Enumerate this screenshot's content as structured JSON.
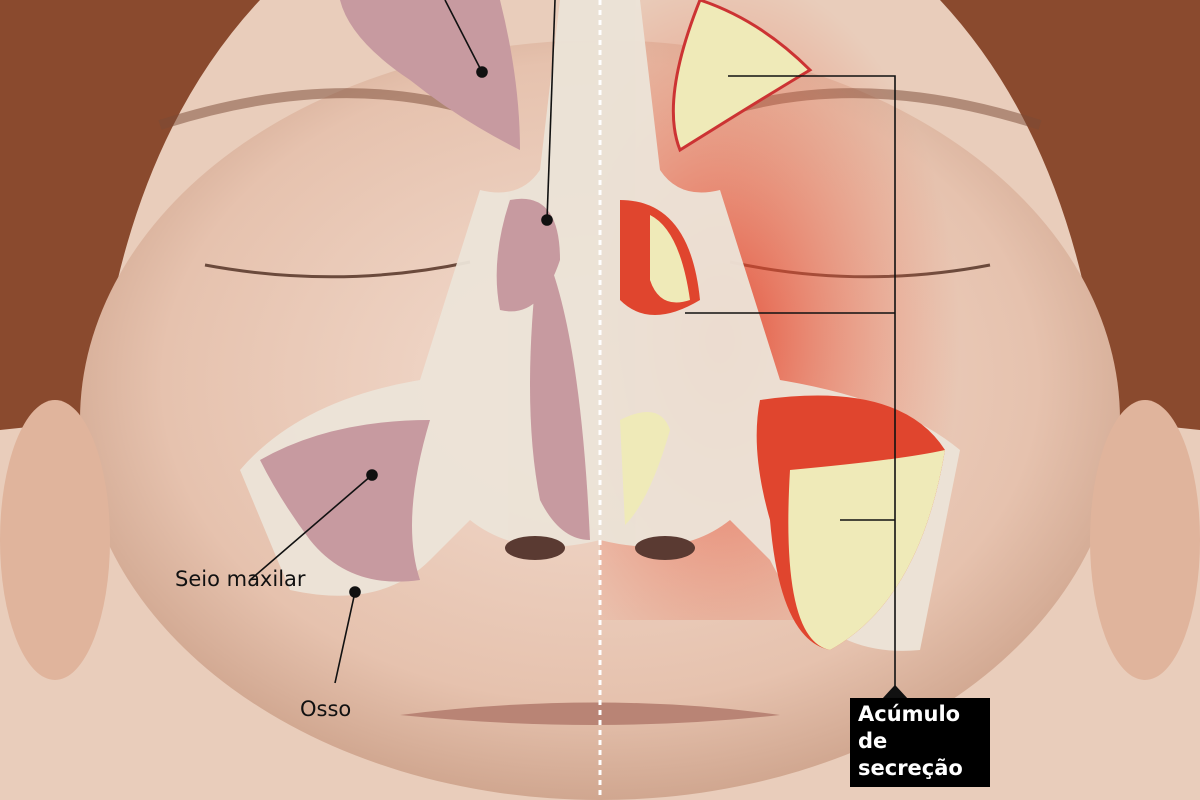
{
  "labels": {
    "maxillary_sinus": "Seio maxilar",
    "bone": "Osso",
    "secretion": "Acúmulo de secreção"
  },
  "colors": {
    "healthy_sinus": "#c79aa0",
    "inflamed_tissue": "#e0452e",
    "secretion": "#efeab8",
    "bone": "#ece4d8",
    "skin": "#e9cdbb",
    "hair": "#8a4a2e"
  }
}
